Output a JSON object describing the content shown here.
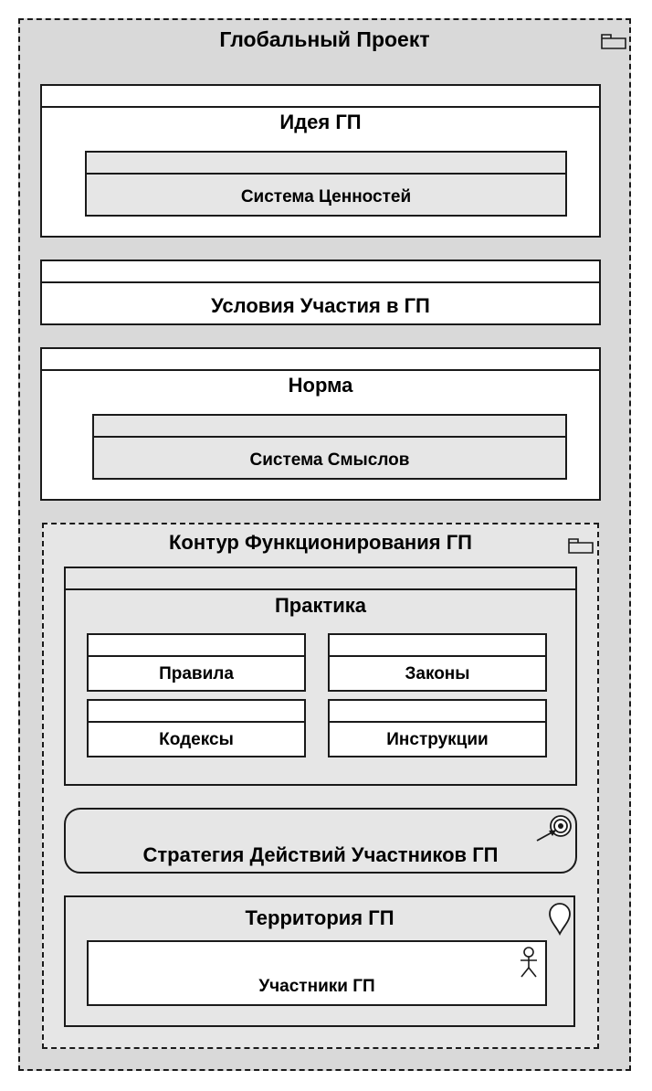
{
  "global_project": {
    "title": "Глобальный Проект",
    "idea": {
      "title": "Идея ГП",
      "value_system": "Система Ценностей"
    },
    "participation_conditions": "Условия Участия в ГП",
    "norm": {
      "title": "Норма",
      "meaning_system": "Система Смыслов"
    },
    "contour": {
      "title": "Контур Функционирования ГП",
      "practice": {
        "title": "Практика",
        "rules": "Правила",
        "laws": "Законы",
        "codes": "Кодексы",
        "instructions": "Инструкции"
      },
      "strategy": "Стратегия Действий Участников ГП",
      "territory": {
        "title": "Территория ГП",
        "participants": "Участники ГП"
      }
    }
  },
  "icons": {
    "package": "package-icon",
    "target": "target-icon",
    "location": "location-pin-icon",
    "actor": "actor-icon"
  },
  "colors": {
    "outer_fill": "#d9d9d9",
    "box_fill": "#ffffff",
    "inner_fill": "#e6e6e6",
    "stroke": "#1a1a1a"
  }
}
